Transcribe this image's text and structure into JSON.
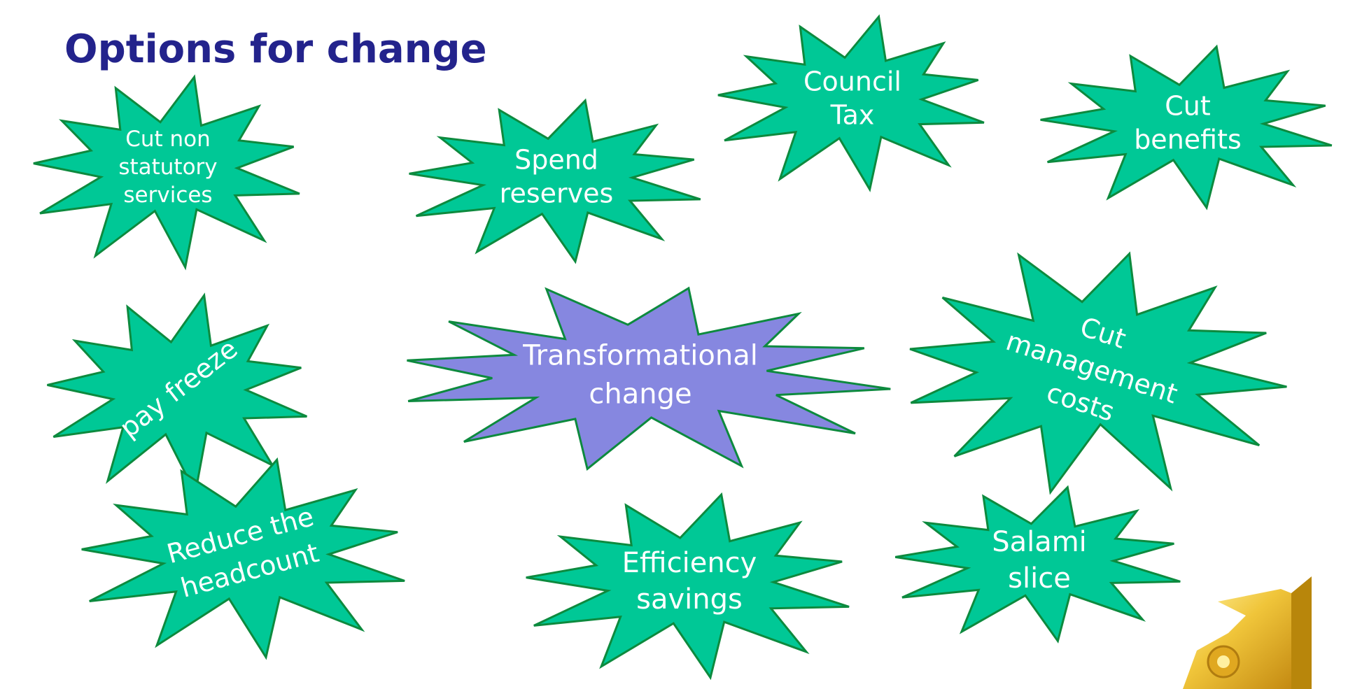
{
  "title": "Options for change",
  "colors": {
    "title": "#23238c",
    "burst_fill": "#00c896",
    "burst_outline": "#0d8a3e",
    "highlight_fill": "#8687e0",
    "text": "#ffffff",
    "arrow": "#e9b422"
  },
  "options": [
    {
      "lines": [
        "Cut non",
        "statutory",
        "services"
      ],
      "highlight": false
    },
    {
      "lines": [
        "Spend",
        "reserves"
      ],
      "highlight": false
    },
    {
      "lines": [
        "Council",
        "Tax"
      ],
      "highlight": false
    },
    {
      "lines": [
        "Cut",
        "benefits"
      ],
      "highlight": false
    },
    {
      "lines": [
        "pay freeze"
      ],
      "highlight": false
    },
    {
      "lines": [
        "Transformational",
        "change"
      ],
      "highlight": true
    },
    {
      "lines": [
        "Cut",
        "management",
        "costs"
      ],
      "highlight": false
    },
    {
      "lines": [
        "Reduce the",
        "headcount"
      ],
      "highlight": false
    },
    {
      "lines": [
        "Efficiency",
        "savings"
      ],
      "highlight": false
    },
    {
      "lines": [
        "Salami",
        "slice"
      ],
      "highlight": false
    }
  ]
}
